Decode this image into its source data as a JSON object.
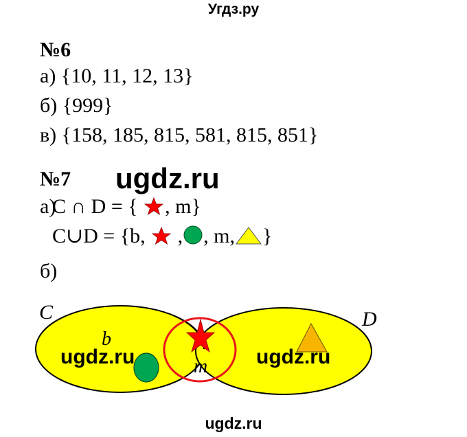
{
  "header": {
    "title": "Угдз.ру"
  },
  "task6": {
    "title": "№6",
    "lines": [
      {
        "label": "а)",
        "value": "{10, 11, 12, 13}"
      },
      {
        "label": "б)",
        "value": "{999}"
      },
      {
        "label": "в)",
        "value": "{158, 185, 815, 581, 815, 851}"
      }
    ]
  },
  "task7": {
    "title": "№7",
    "a_label": "а)",
    "intersection": {
      "left": "C ∩ D = {",
      "after_star": ", m}"
    },
    "union": {
      "left": "C∪D = {b,",
      "after_star": " ,",
      "after_circle": ", m,",
      "end": "}"
    },
    "b_label": "б)",
    "diagram": {
      "set_c_label": "C",
      "set_d_label": "D",
      "element_b": "b",
      "element_m": "m",
      "colors": {
        "fill": "#FFFF00",
        "star": "#FF0000",
        "circle": "#00A651",
        "triangle_legend": "#FFFF00",
        "triangle_diagram": "#F7B500",
        "ring": "#E8141B"
      }
    }
  },
  "watermarks": {
    "main": "ugdz.ru",
    "left": "ugdz.ru",
    "right": "ugdz.ru",
    "bottom": "ugdz.ru"
  }
}
